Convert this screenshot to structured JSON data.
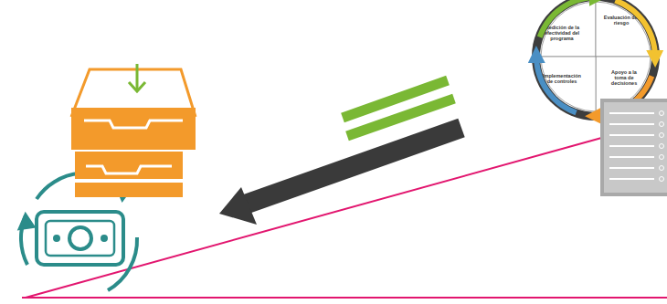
{
  "diagram": {
    "nodes": [
      {
        "text": [
          "Medición de la efectividad del programa"
        ]
      },
      {
        "text": [
          "Evaluación del riesgo"
        ]
      },
      {
        "text": [
          "Apoyo a la toma de decisiones"
        ]
      },
      {
        "text": [
          "Implementación de controles"
        ]
      }
    ],
    "edges": [
      {
        "from": 0,
        "to": 1,
        "arrow": "to"
      },
      {
        "from": 1,
        "to": 2,
        "arrow": "to"
      },
      {
        "from": 2,
        "to": 3,
        "arrow": "to"
      },
      {
        "from": 3,
        "to": 0,
        "arrow": "to"
      }
    ]
  }
}
